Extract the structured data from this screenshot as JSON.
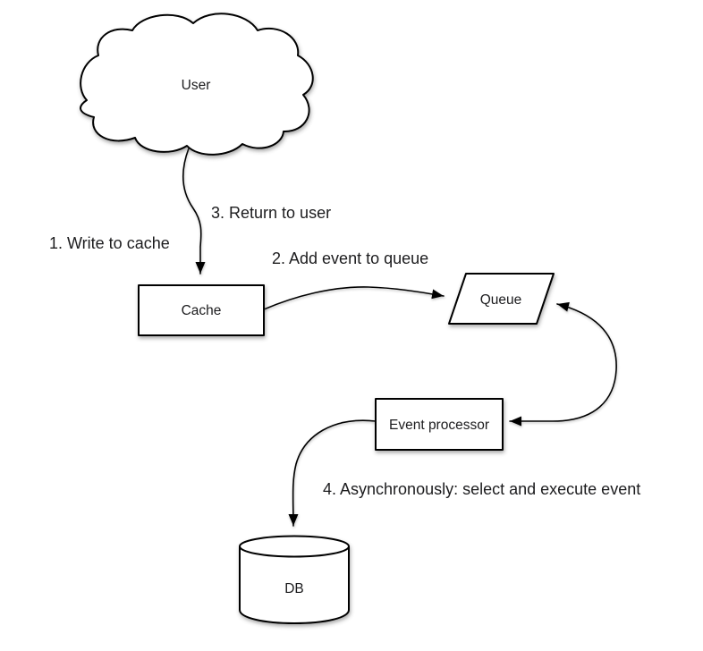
{
  "diagram": {
    "type": "flow-diagram",
    "background": "#ffffff",
    "colors": {
      "node_fill": "#ffffff",
      "stroke": "#000000",
      "text": "#1c1c1e"
    },
    "nodes": {
      "user": {
        "label": "User",
        "shape": "cloud"
      },
      "cache": {
        "label": "Cache",
        "shape": "rectangle"
      },
      "queue": {
        "label": "Queue",
        "shape": "parallelogram"
      },
      "event_processor": {
        "label": "Event processor",
        "shape": "rectangle"
      },
      "db": {
        "label": "DB",
        "shape": "cylinder"
      }
    },
    "steps": {
      "step1": "1. Write to cache",
      "step2": "2. Add event to queue",
      "step3": "3. Return to user",
      "step4": "4. Asynchronously: select and execute event"
    },
    "edges": [
      {
        "from": "user",
        "to": "cache",
        "labels": [
          "1. Write to cache",
          "3. Return to user"
        ]
      },
      {
        "from": "cache",
        "to": "queue",
        "labels": [
          "2. Add event to queue"
        ]
      },
      {
        "from": "queue",
        "to": "event_processor",
        "bidirectional": true,
        "labels": []
      },
      {
        "from": "event_processor",
        "to": "db",
        "labels": [
          "4. Asynchronously: select and execute event"
        ]
      }
    ]
  }
}
